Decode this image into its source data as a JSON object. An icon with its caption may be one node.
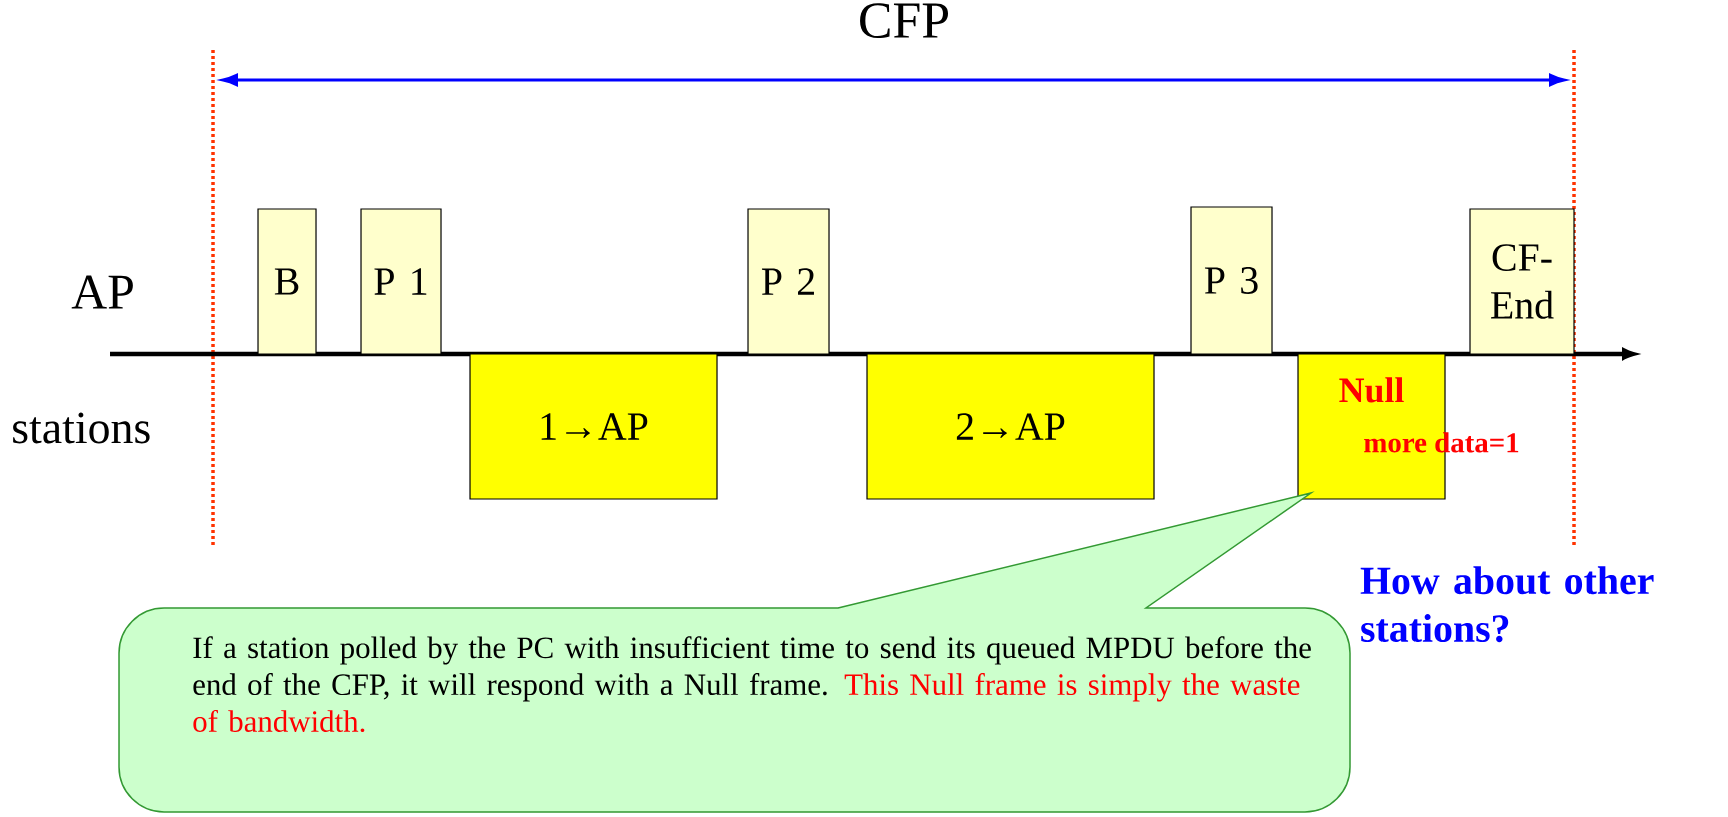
{
  "diagram": {
    "nodes": [
      {
        "text": [
          "B"
        ]
      },
      {
        "text": [
          "P 1"
        ]
      },
      {
        "text": [
          "P 2"
        ]
      },
      {
        "text": [
          "P 3"
        ]
      },
      {
        "text": [
          "CF-End"
        ]
      },
      {
        "text": [
          "1→AP"
        ]
      },
      {
        "text": [
          "2→AP"
        ]
      },
      {
        "text": [
          "Null",
          "more data=1"
        ]
      },
      {
        "text": [
          "If a station polled by the PC with insufficient time to send its queued MPDU before the end of the CFP, it will respond with a Null frame.",
          "This Null frame is simply the waste of bandwidth."
        ]
      }
    ],
    "labels": [
      "CFP",
      "AP",
      "stations",
      "How about other stations?"
    ]
  }
}
